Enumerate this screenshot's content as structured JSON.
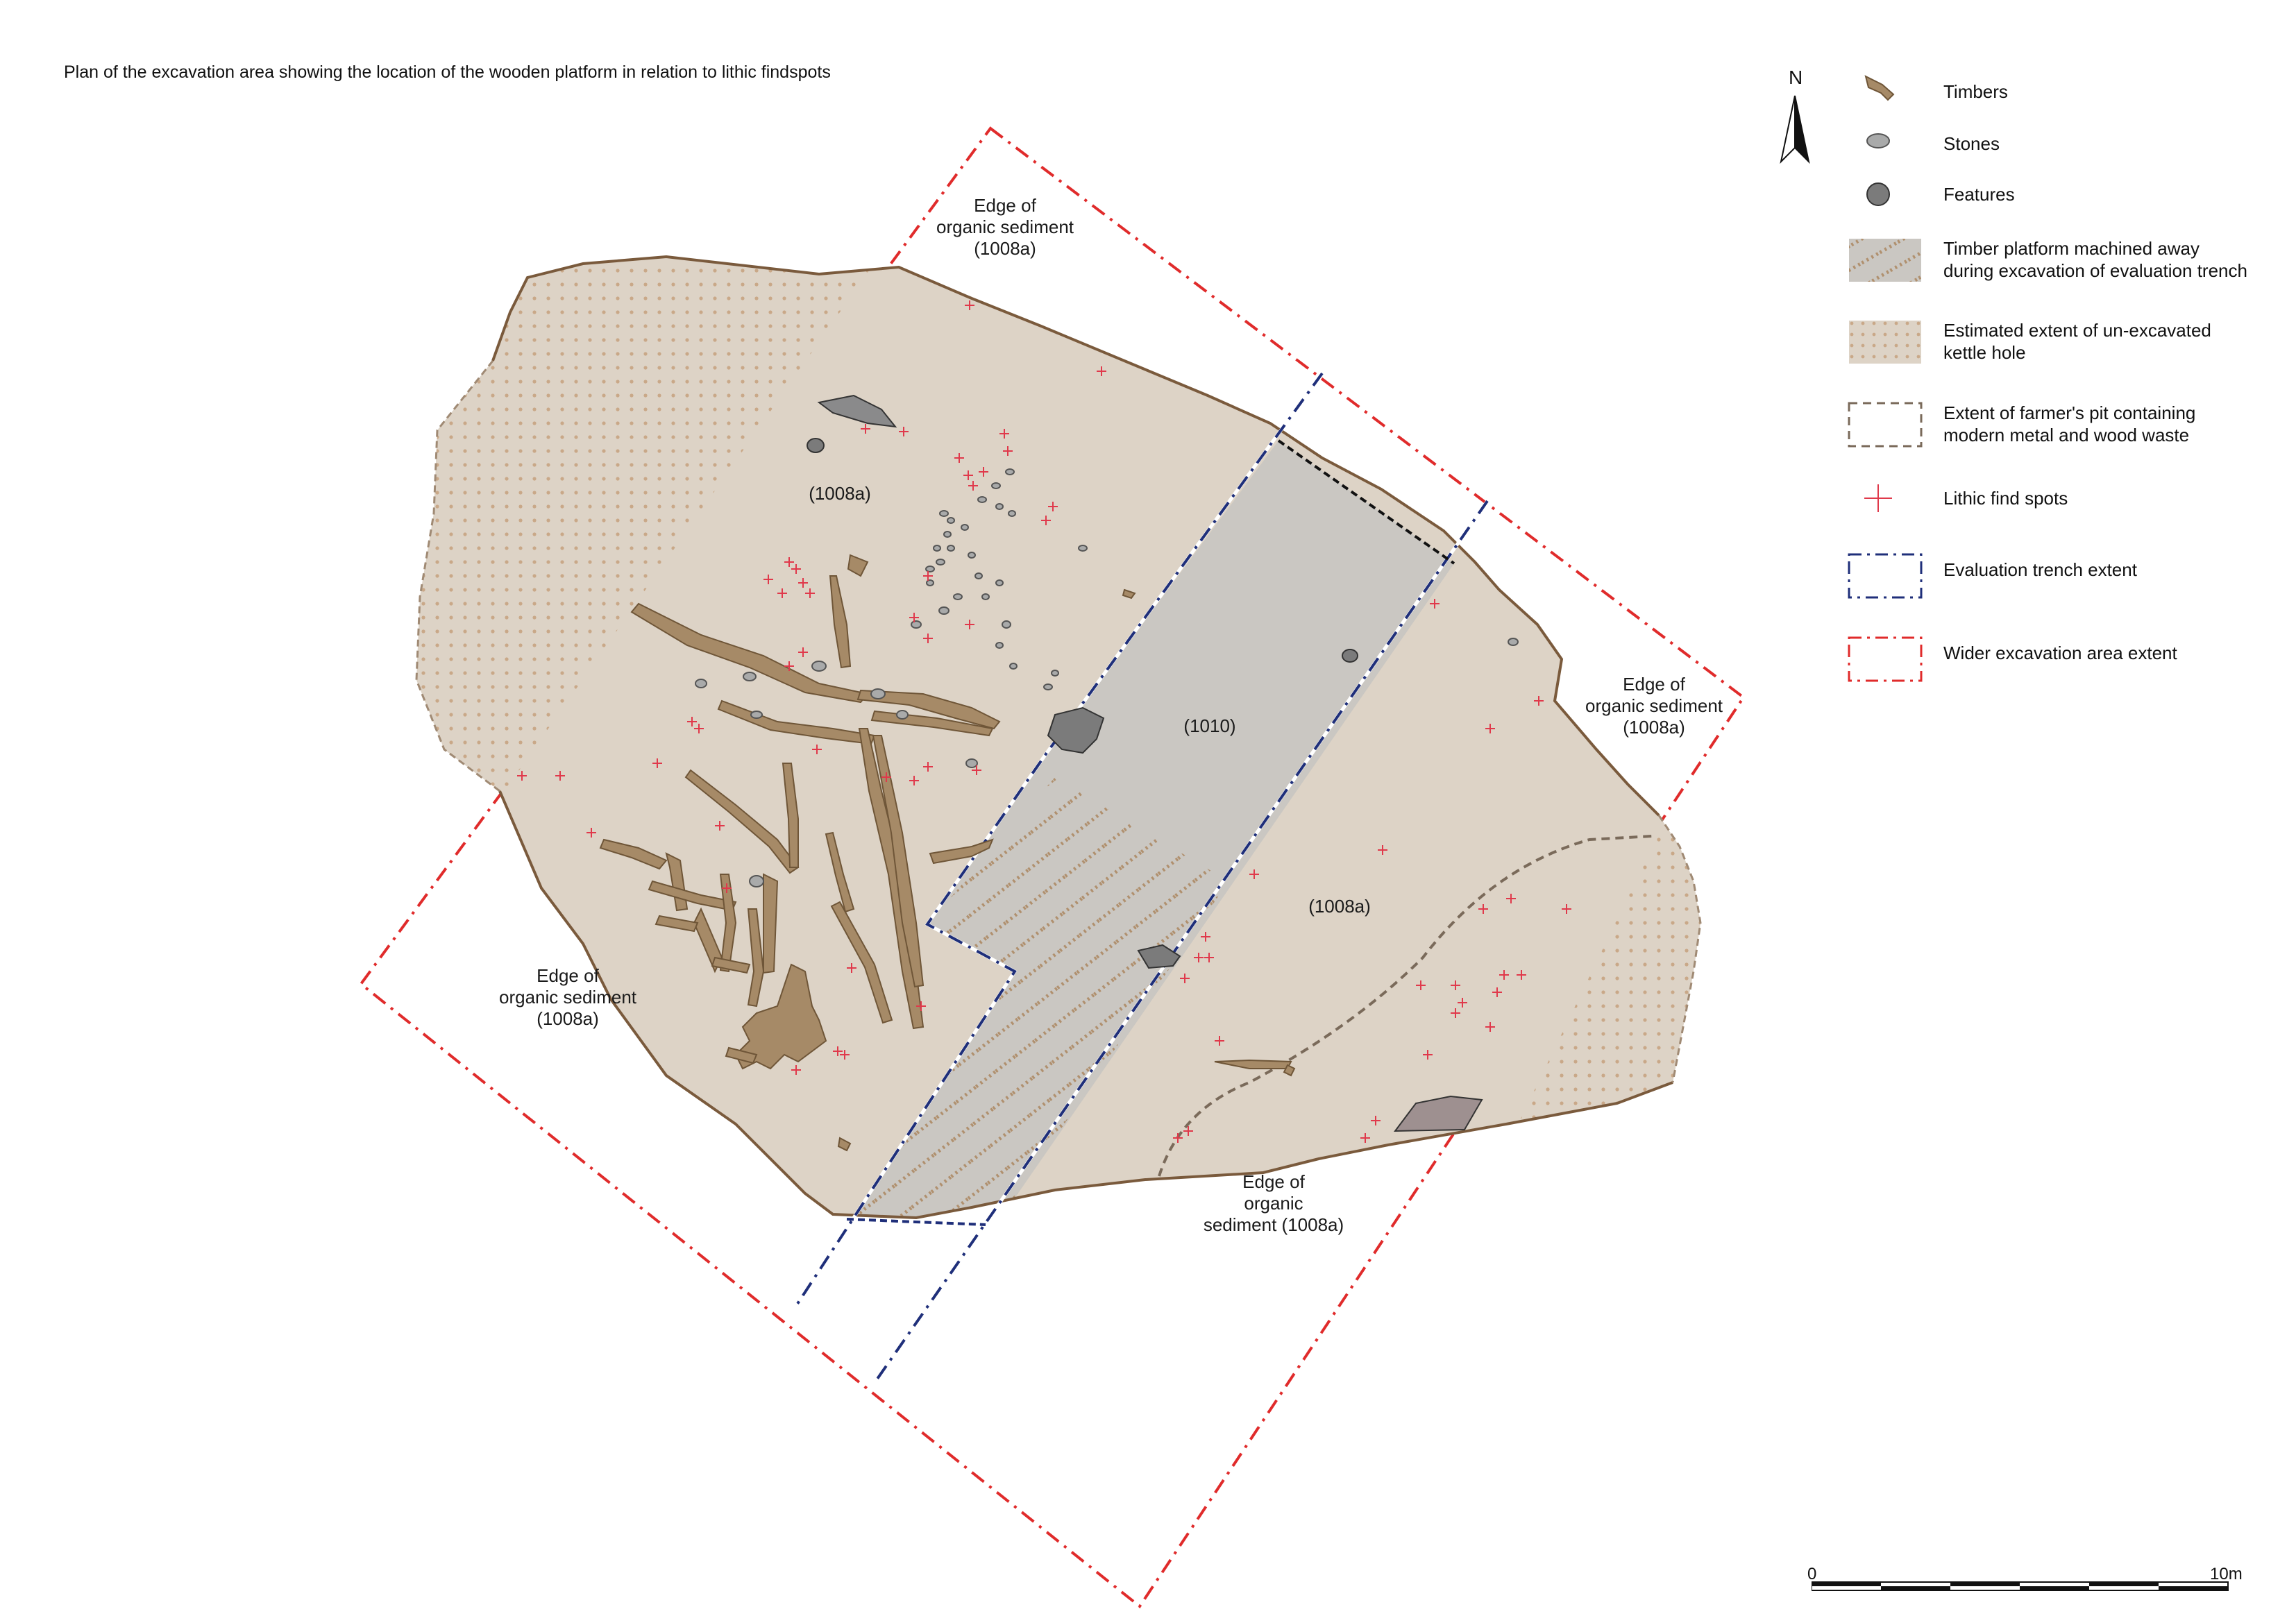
{
  "title": "Plan of the excavation area showing the location of the wooden platform in relation to lithic findspots",
  "north": "N",
  "labels": {
    "edge_top": [
      "Edge of",
      "organic sediment",
      "(1008a)"
    ],
    "edge_right": [
      "Edge of",
      "organic sediment",
      "(1008a)"
    ],
    "edge_left": [
      "Edge of",
      "organic sediment",
      "(1008a)"
    ],
    "edge_bottom": [
      "Edge of",
      "organic",
      "sediment (1008a)"
    ],
    "context_nw": "(1008a)",
    "context_trench": "(1010)",
    "context_se": "(1008a)"
  },
  "legend": [
    {
      "key": "timbers",
      "icon": "timber-icon",
      "text": "Timbers"
    },
    {
      "key": "stones",
      "icon": "stone-icon",
      "text": "Stones"
    },
    {
      "key": "features",
      "icon": "feature-icon",
      "text": "Features"
    },
    {
      "key": "platform",
      "icon": "platform-swatch",
      "text": "Timber platform machined away\nduring excavation of evaluation trench"
    },
    {
      "key": "kettle",
      "icon": "kettle-swatch",
      "text": "Estimated extent  of un-excavated\nkettle hole"
    },
    {
      "key": "pit",
      "icon": "pit-swatch",
      "text": "Extent of farmer's pit containing\nmodern metal and wood waste"
    },
    {
      "key": "lithic",
      "icon": "lithic-icon",
      "text": "Lithic find spots"
    },
    {
      "key": "eval",
      "icon": "eval-trench-swatch",
      "text": "Evaluation trench extent"
    },
    {
      "key": "wider",
      "icon": "wider-area-swatch",
      "text": "Wider excavation area extent"
    }
  ],
  "scale": {
    "start": "0",
    "end": "10m"
  },
  "colors": {
    "sediment": "#ddd3c6",
    "timber": "#a68a67",
    "stone": "#a9aaaa",
    "feature": "#7b7b7b",
    "trench": "#cac7c2",
    "kettle_dots": "#c9a888",
    "lithic": "#e0394b",
    "edge": "#7a5a3c",
    "eval_line": "#1f2f7a",
    "wider_line": "#e02b2b",
    "pit_line": "#7a6a5a"
  }
}
